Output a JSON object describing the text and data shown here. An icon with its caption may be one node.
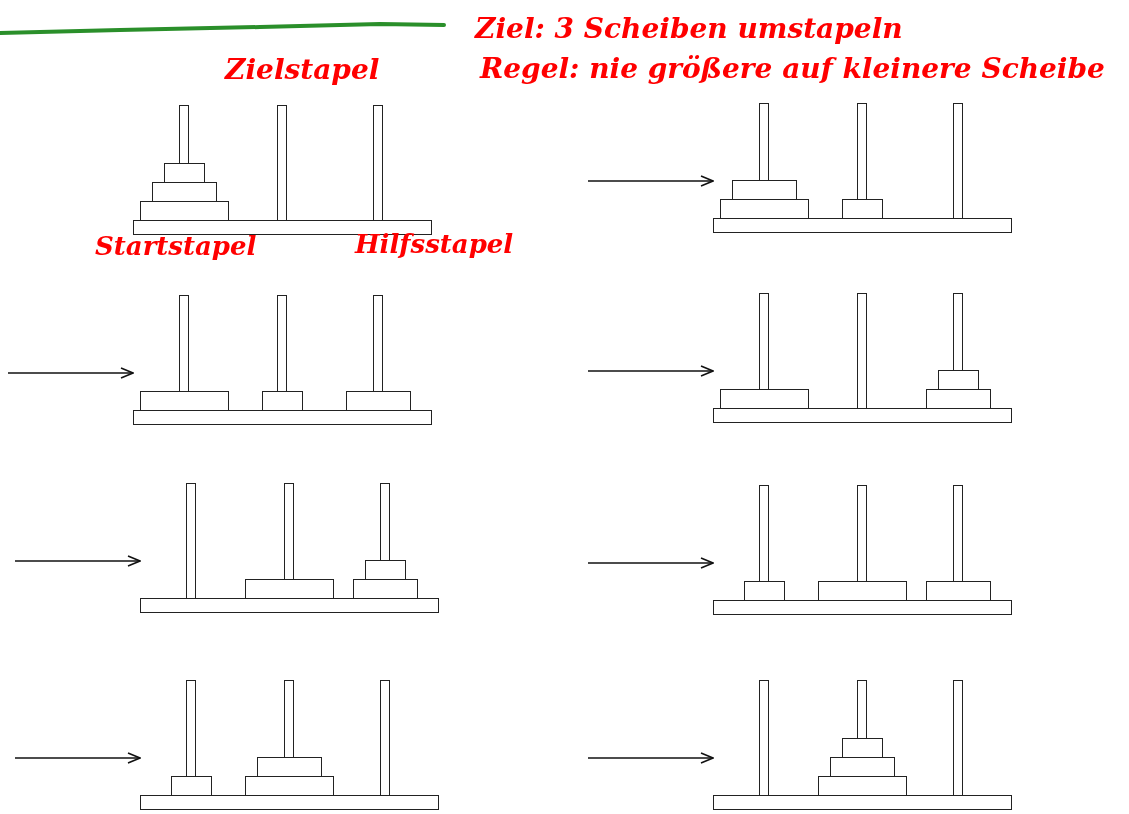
{
  "diagram": {
    "nodes": [
      {
        "text": [],
        "shape": "picture",
        "beside": [
          "Zielstapel",
          "Startstapel",
          "Hilfsstapel"
        ]
      },
      {
        "text": [],
        "shape": "picture"
      },
      {
        "text": [],
        "shape": "picture"
      },
      {
        "text": [],
        "shape": "picture"
      },
      {
        "text": [],
        "shape": "picture"
      },
      {
        "text": [],
        "shape": "picture"
      },
      {
        "text": [],
        "shape": "picture"
      },
      {
        "text": [],
        "shape": "picture"
      }
    ],
    "edges": [
      {
        "from": null,
        "to": 1,
        "arrow": "to"
      },
      {
        "from": null,
        "to": 2,
        "arrow": "to"
      },
      {
        "from": null,
        "to": 3,
        "arrow": "to"
      },
      {
        "from": null,
        "to": 4,
        "arrow": "to"
      },
      {
        "from": null,
        "to": 5,
        "arrow": "to"
      },
      {
        "from": null,
        "to": 6,
        "arrow": "to"
      },
      {
        "from": null,
        "to": 7,
        "arrow": "to"
      }
    ],
    "labels": [
      "Ziel: 3 Scheiben umstapeln",
      "Regel: nie größere auf kleinere Scheibe"
    ]
  }
}
